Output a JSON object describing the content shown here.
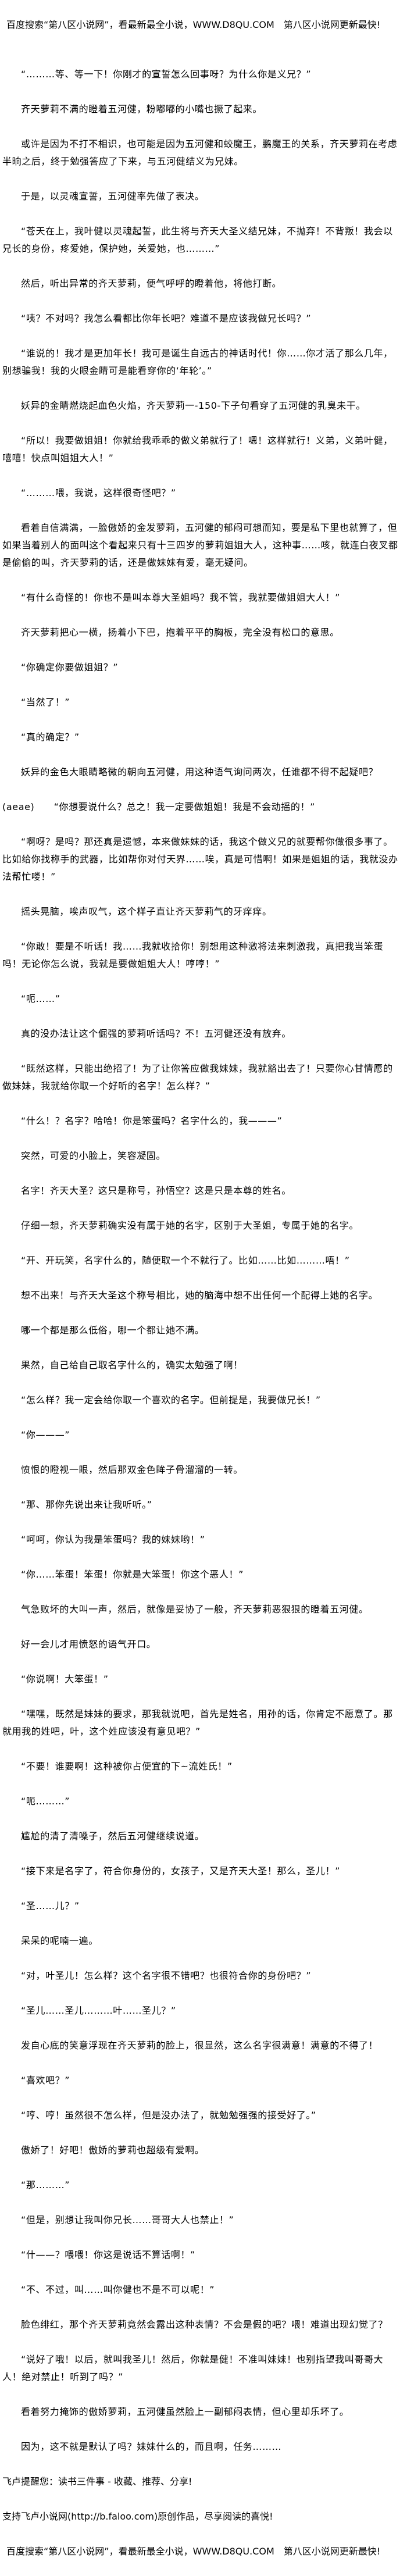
{
  "banner": "百度搜索“第八区小说网”，看最新最全小说，WWW.D8QU.COM　第八区小说网更新最快!",
  "paragraphs": [
    {
      "text": "“………等、等一下！你刚才的宣誓怎么回事呀？为什么你是义兄？”"
    },
    {
      "text": "齐天萝莉不满的瞪着五河健，粉嘟嘟的小嘴也撅了起来。"
    },
    {
      "text": "或许是因为不打不相识，也可能是因为五河健和蛟魔王，鹏魔王的关系，齐天萝莉在考虑半晌之后，终于勉强答应了下来，与五河健结义为兄妹。"
    },
    {
      "text": "于是，以灵魂宣誓，五河健率先做了表决。"
    },
    {
      "text": "“苍天在上，我叶健以灵魂起誓，此生将与齐天大圣义结兄妹，不抛弃！不背叛！我会以兄长的身份，疼爱她，保护她，关爱她，也………”"
    },
    {
      "text": "然后，听出异常的齐天萝莉，便气呼呼的瞪着他，将他打断。"
    },
    {
      "text": "“咦？不对吗？我怎么看都比你年长吧？难道不是应该我做兄长吗？”"
    },
    {
      "text": "“谁说的！我才是更加年长！我可是诞生自远古的神话时代！你……你才活了那么几年，别想骗我！我的火眼金睛可是能看穿你的‘年轮’。”"
    },
    {
      "text": "妖异的金睛燃烧起血色火焰，齐天萝莉一-150-下子句看穿了五河健的乳臭未干。"
    },
    {
      "text": "“所以！我要做姐姐！你就给我乖乖的做义弟就行了！嗯！这样就行！义弟，义弟叶健，嘻嘻！快点叫姐姐大人！”"
    },
    {
      "text": "“………喂，我说，这样很奇怪吧？”"
    },
    {
      "text": "看着自信满满，一脸傲娇的金发萝莉，五河健的郁闷可想而知，要是私下里也就算了，但如果当着别人的面叫这个看起来只有十三四岁的萝莉姐姐大人，这种事……咳，就连白夜叉都是偷偷的叫，齐天萝莉的话，还是做妹妹有爱，毫无疑问。"
    },
    {
      "text": "“有什么奇怪的！你也不是叫本尊大圣姐吗？我不管，我就要做姐姐大人！”"
    },
    {
      "text": "齐天萝莉把心一横，扬着小下巴，抱着平平的胸板，完全没有松口的意思。"
    },
    {
      "text": "“你确定你要做姐姐？”"
    },
    {
      "text": "“当然了！”"
    },
    {
      "text": "“真的确定？”"
    },
    {
      "text": "妖异的金色大眼睛略微的朝向五河健，用这种语气询问两次，任谁都不得不起疑吧？"
    },
    {
      "text": "(aeae)　　“你想要说什么？总之！我一定要做姐姐！我是不会动摇的！”",
      "noindent": true
    },
    {
      "text": "“啊呀？是吗？那还真是遗憾，本来做妹妹的话，我这个做义兄的就要帮你做很多事了。比如给你找称手的武器，比如帮你对付天界……唉，真是可惜啊！如果是姐姐的话，我就没办法帮忙喽！”"
    },
    {
      "text": "摇头晃脑，唉声叹气，这个样子直让齐天萝莉气的牙痒痒。"
    },
    {
      "text": "“你敢！要是不听话！我……我就收拾你！别想用这种激将法来刺激我，真把我当笨蛋吗！无论你怎么说，我就是要做姐姐大人！哼哼！”"
    },
    {
      "text": "“呃……”"
    },
    {
      "text": "真的没办法让这个倔强的萝莉听话吗？不！五河健还没有放弃。"
    },
    {
      "text": "“既然这样，只能出绝招了！为了让你答应做我妹妹，我就豁出去了！只要你心甘情愿的做妹妹，我就给你取一个好听的名字！怎么样？”"
    },
    {
      "text": "“什么！？名字？哈哈！你是笨蛋吗？名字什么的，我———”"
    },
    {
      "text": "突然，可爱的小脸上，笑容凝固。"
    },
    {
      "text": "名字！齐天大圣？这只是称号，孙悟空？这是只是本尊的姓名。"
    },
    {
      "text": "仔细一想，齐天萝莉确实没有属于她的名字，区别于大圣姐，专属于她的名字。"
    },
    {
      "text": "“开、开玩笑，名字什么的，随便取一个不就行了。比如……比如………唔！”"
    },
    {
      "text": "想不出来！与齐天大圣这个称号相比，她的脑海中想不出任何一个配得上她的名字。"
    },
    {
      "text": "哪一个都是那么低俗，哪一个都让她不满。"
    },
    {
      "text": "果然，自己给自己取名字什么的，确实太勉强了啊！"
    },
    {
      "text": "“怎么样？我一定会给你取一个喜欢的名字。但前提是，我要做兄长！”"
    },
    {
      "text": "“你———”"
    },
    {
      "text": "愤恨的瞪视一眼，然后那双金色眸子骨溜溜的一转。"
    },
    {
      "text": "“那、那你先说出来让我听听。”"
    },
    {
      "text": "“呵呵，你认为我是笨蛋吗？我的妹妹哟！”"
    },
    {
      "text": "“你……笨蛋！笨蛋！你就是大笨蛋！你这个恶人！”"
    },
    {
      "text": "气急败坏的大叫一声，然后，就像是妥协了一般，齐天萝莉恶狠狠的瞪着五河健。"
    },
    {
      "text": "好一会儿才用愤怒的语气开口。"
    },
    {
      "text": "“你说啊！大笨蛋！”"
    },
    {
      "text": "“嘿嘿，既然是妹妹的要求，那我就说吧，首先是姓名，用孙的话，你肯定不愿意了。那就用我的姓吧，叶，这个姓应该没有意见吧？”"
    },
    {
      "text": "“不要！谁要啊！这种被你占便宜的下~流姓氏！”"
    },
    {
      "text": "“呃………”"
    },
    {
      "text": "尴尬的清了清嗓子，然后五河健继续说道。"
    },
    {
      "text": "“接下来是名字了，符合你身份的，女孩子，又是齐天大圣！那么，圣儿！”"
    },
    {
      "text": "“圣……儿？”"
    },
    {
      "text": "呆呆的呢喃一遍。"
    },
    {
      "text": "“对，叶圣儿！怎么样？这个名字很不错吧？也很符合你的身份吧？”"
    },
    {
      "text": "“圣儿……圣儿………叶……圣儿？”"
    },
    {
      "text": "发自心底的笑意浮现在齐天萝莉的脸上，很显然，这么名字很满意！满意的不得了！"
    },
    {
      "text": "“喜欢吧？”"
    },
    {
      "text": "“哼、哼！虽然很不怎么样，但是没办法了，就勉勉强强的接受好了。”"
    },
    {
      "text": "傲娇了！好吧！傲娇的萝莉也超级有爱啊。"
    },
    {
      "text": "“那………”"
    },
    {
      "text": "“但是，别想让我叫你兄长……哥哥大人也禁止！”"
    },
    {
      "text": "“什——？喂喂！你这是说话不算话啊！”"
    },
    {
      "text": "“不、不过，叫……叫你健也不是不可以呢！”"
    },
    {
      "text": "脸色绯红，那个齐天萝莉竟然会露出这种表情？不会是假的吧？喂！难道出现幻觉了？"
    },
    {
      "text": "“说好了哦！以后，就叫我圣儿！然后，你就是健！不准叫妹妹！也别指望我叫哥哥大人！绝对禁止！听到了吗？”"
    },
    {
      "text": "看着努力掩饰的傲娇萝莉，五河健虽然脸上一副郁闷表情，但心里却乐坏了。"
    },
    {
      "text": "因为，这不就是默认了吗？妹妹什么的，而且啊，任务………"
    }
  ],
  "footer": {
    "reminder": "飞卢提醒您：读书三件事 - 收藏、推荐、分享!",
    "support": "支持飞卢小说网(http://b.faloo.com)原创作品，尽享阅读的喜悦!",
    "banner": "百度搜索“第八区小说网”，看最新最全小说，WWW.D8QU.COM　第八区小说网更新最快!"
  }
}
